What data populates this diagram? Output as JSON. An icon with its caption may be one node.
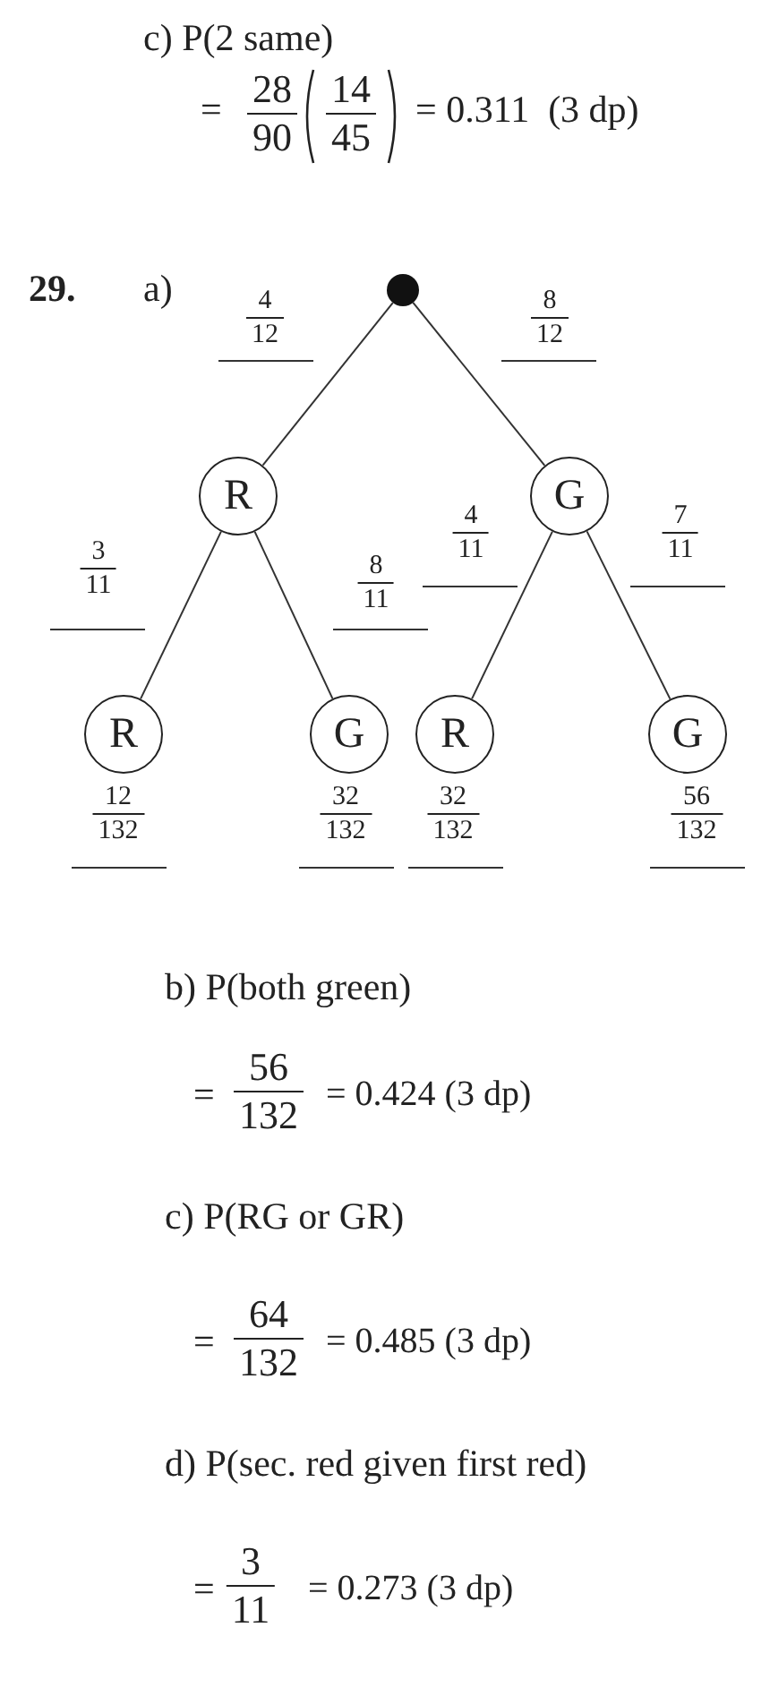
{
  "diagram": {
    "nodes": [
      {
        "text": [],
        "shape": "circle"
      },
      {
        "text": [
          "R"
        ]
      },
      {
        "text": [
          "G"
        ]
      },
      {
        "text": [
          "R"
        ],
        "beside": [
          "12",
          "132"
        ]
      },
      {
        "text": [
          "G"
        ],
        "beside": [
          "32",
          "132"
        ]
      },
      {
        "text": [
          "R"
        ],
        "beside": [
          "32",
          "132"
        ]
      },
      {
        "text": [
          "G"
        ],
        "beside": [
          "56",
          "132"
        ]
      }
    ],
    "edges": [
      {
        "from": 0,
        "to": 1,
        "arrow": "none"
      },
      {
        "from": 0,
        "to": 2,
        "arrow": "none"
      },
      {
        "from": 1,
        "to": 3,
        "arrow": "none"
      },
      {
        "from": 1,
        "to": 4,
        "arrow": "none"
      },
      {
        "from": 2,
        "to": 5,
        "arrow": "none"
      },
      {
        "from": 2,
        "to": 6,
        "arrow": "none"
      }
    ],
    "labels": [
      "c) P(2 same)",
      "=",
      "28",
      "90",
      "14",
      "45",
      "= 0.311  (3 dp)",
      "29.",
      "a)",
      "4",
      "12",
      "8",
      "12",
      "3",
      "11",
      "8",
      "11",
      "4",
      "11",
      "7",
      "11",
      "b) P(both green)",
      "=",
      "56",
      "132",
      "= 0.424 (3 dp)",
      "c) P(RG or GR)",
      "=",
      "64",
      "132",
      "= 0.485 (3 dp)",
      "d) P(sec. red given first red)",
      "=",
      "3",
      "11",
      "= 0.273 (3 dp)"
    ]
  }
}
